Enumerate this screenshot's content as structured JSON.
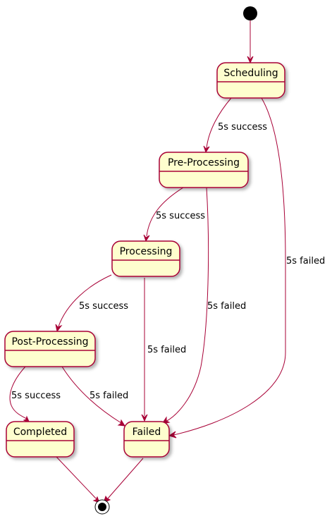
{
  "states": {
    "scheduling": "Scheduling",
    "pre_processing": "Pre-Processing",
    "processing": "Processing",
    "post_processing": "Post-Processing",
    "completed": "Completed",
    "failed": "Failed"
  },
  "transitions": {
    "start_to_scheduling": "",
    "scheduling_to_preprocessing": "5s success",
    "scheduling_to_failed": "5s failed",
    "preprocessing_to_processing": "5s success",
    "preprocessing_to_failed": "5s failed",
    "processing_to_postprocessing": "5s success",
    "processing_to_failed": "5s failed",
    "postprocessing_to_completed": "5s success",
    "postprocessing_to_failed": "5s failed",
    "completed_to_end": "",
    "failed_to_end": ""
  },
  "colors": {
    "state_fill": "#fefece",
    "state_border": "#a80036",
    "arrow": "#a80036",
    "initial_node": "#000000"
  }
}
